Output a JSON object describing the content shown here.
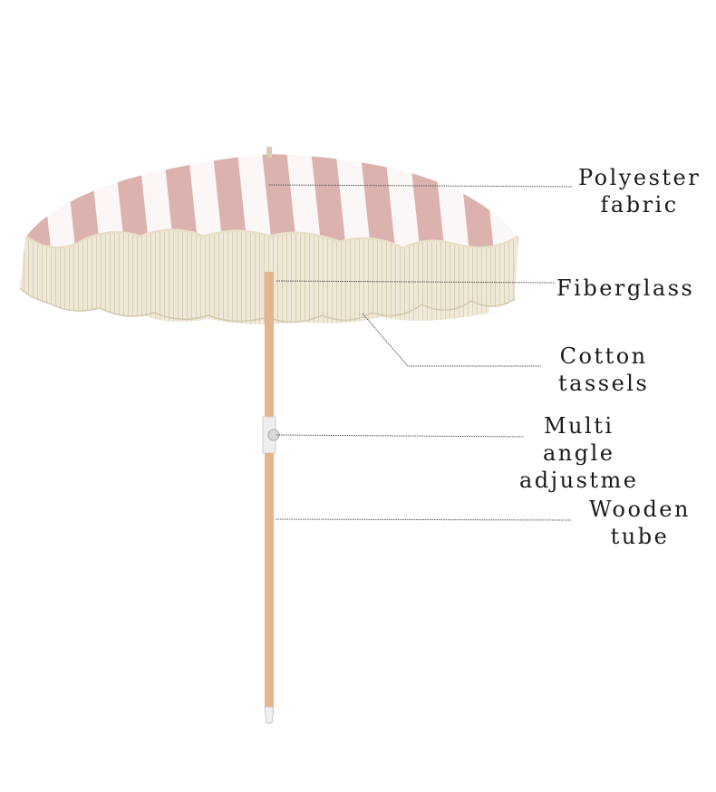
{
  "colors": {
    "stripe_pink": "#dbb2ae",
    "stripe_white": "#fbf7f6",
    "tassel": "#ece5d3",
    "pole": "#e4b48a",
    "text": "#1a1a1a"
  },
  "labels": {
    "polyester": [
      "Polyester",
      "fabric"
    ],
    "fiberglass": [
      "Fiberglass"
    ],
    "cotton": [
      "Cotton",
      "tassels"
    ],
    "multi": [
      "Multi",
      "angle",
      "adjustme"
    ],
    "wooden": [
      "Wooden",
      "tube"
    ]
  }
}
